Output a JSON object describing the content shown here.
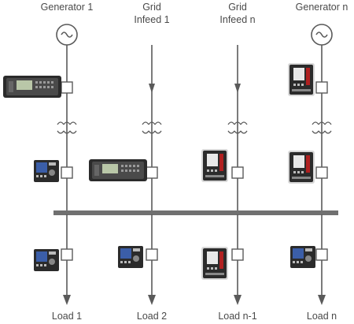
{
  "feeders_top": [
    {
      "label": "Generator 1",
      "kind": "generator"
    },
    {
      "label": "Grid\nInfeed 1",
      "kind": "grid"
    },
    {
      "label": "Grid\nInfeed n",
      "kind": "grid"
    },
    {
      "label": "Generator n",
      "kind": "generator"
    }
  ],
  "loads": [
    "Load 1",
    "Load 2",
    "Load n-1",
    "Load n"
  ],
  "colors": {
    "line": "#5a5a5a",
    "busbar": "#707070",
    "text": "#4a4a4a",
    "device_dark": "#2b2b2b",
    "screen_lcd": "#b9c7a8",
    "screen_color": "#3b5ea8"
  },
  "relays": {
    "top_row": [
      "wide-relay",
      null,
      null,
      "tall-relay"
    ],
    "mid_row": [
      "small-relay",
      "wide-relay",
      "tall-relay",
      "tall-relay"
    ],
    "bottom_row": [
      "small-relay",
      "small-relay",
      "tall-relay",
      "small-relay"
    ]
  }
}
